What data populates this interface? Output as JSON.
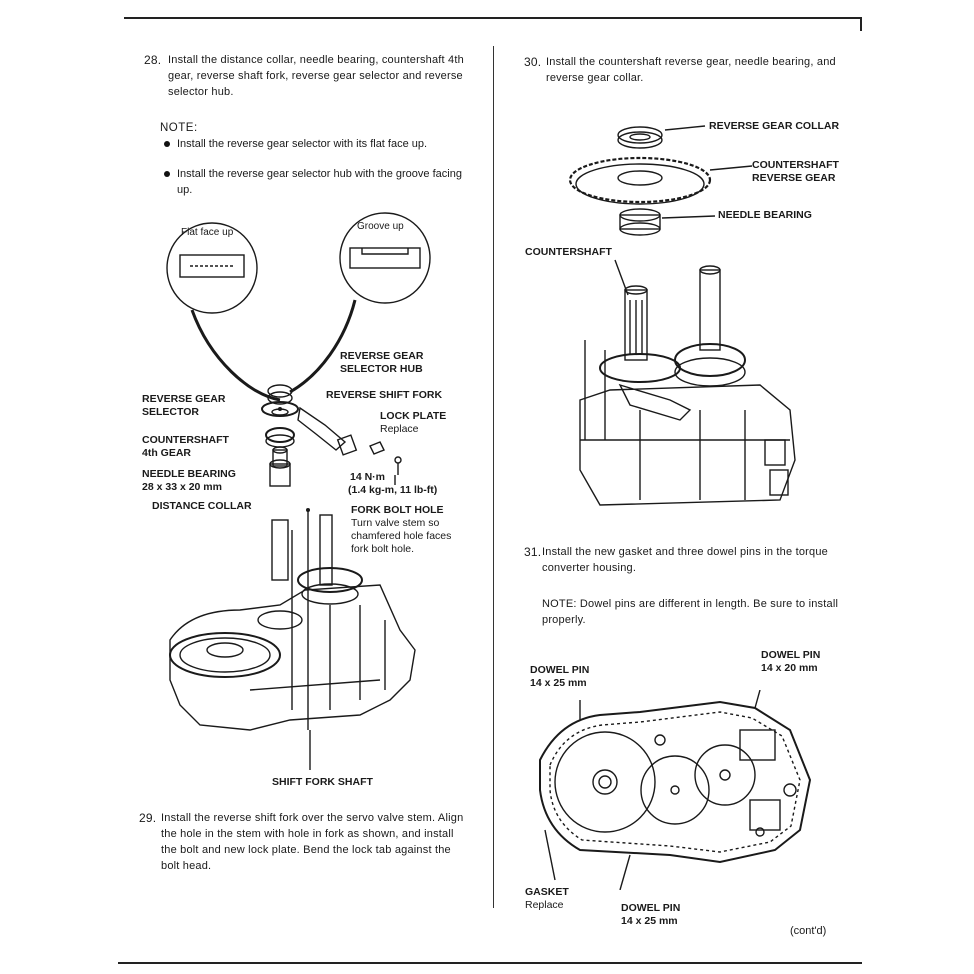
{
  "left": {
    "step28": {
      "number": "28.",
      "text": "Install the distance collar, needle bearing, countershaft 4th gear, reverse shaft fork, reverse gear selector and reverse selector hub."
    },
    "note": {
      "heading": "NOTE:",
      "items": [
        "Install the reverse gear selector with its flat face up.",
        "Install the reverse gear selector hub with the groove facing up."
      ]
    },
    "diagram1": {
      "callout_flat": "Flat face up",
      "callout_groove": "Groove up",
      "labels": {
        "reverse_gear_selector_hub": "REVERSE GEAR SELECTOR HUB",
        "reverse_gear_selector": "REVERSE GEAR SELECTOR",
        "reverse_shift_fork": "REVERSE SHIFT FORK",
        "lock_plate": "LOCK PLATE",
        "lock_plate_note": "Replace",
        "countershaft_4th_gear": "COUNTERSHAFT 4th GEAR",
        "needle_bearing": "NEEDLE BEARING",
        "needle_bearing_size": "28 x 33 x 20 mm",
        "torque": "14 N·m",
        "torque_alt": "(1.4 kg-m, 11 lb-ft)",
        "distance_collar": "DISTANCE COLLAR",
        "fork_bolt_hole": "FORK BOLT HOLE",
        "fork_bolt_note": "Turn valve stem so chamfered hole faces fork bolt hole.",
        "shift_fork_shaft": "SHIFT FORK SHAFT"
      }
    },
    "step29": {
      "number": "29.",
      "text": "Install the reverse shift fork over the servo valve stem. Align the hole in the stem with hole in fork as shown, and install the bolt and new lock plate. Bend the lock tab against the bolt head."
    }
  },
  "right": {
    "step30": {
      "number": "30.",
      "text": "Install the countershaft reverse gear, needle bearing, and reverse gear collar."
    },
    "diagram2": {
      "labels": {
        "reverse_gear_collar": "REVERSE GEAR COLLAR",
        "countershaft_reverse_gear": "COUNTERSHAFT REVERSE GEAR",
        "needle_bearing": "NEEDLE BEARING",
        "countershaft": "COUNTERSHAFT"
      }
    },
    "step31": {
      "number": "31.",
      "text": "Install the new gasket and three dowel pins in the torque converter housing."
    },
    "note31": "NOTE: Dowel pins are different in length. Be sure to install properly.",
    "diagram3": {
      "labels": {
        "dowel_pin_top_right": "DOWEL PIN",
        "dowel_pin_top_right_size": "14 x 20 mm",
        "dowel_pin_left": "DOWEL PIN",
        "dowel_pin_left_size": "14 x 25 mm",
        "gasket": "GASKET",
        "gasket_note": "Replace",
        "dowel_pin_bottom": "DOWEL PIN",
        "dowel_pin_bottom_size": "14 x 25 mm"
      }
    },
    "continued": "(cont'd)"
  }
}
